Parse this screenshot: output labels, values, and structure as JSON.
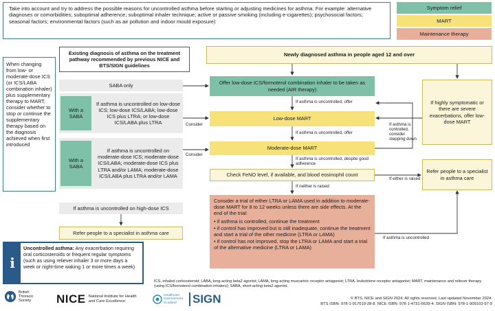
{
  "intro": {
    "text": "Take into account and try to address the possible reasons for uncontrolled asthma before starting or adjusting medicines for asthma. For example: alternative diagnoses or comorbidities; suboptimal adherence; suboptimal inhaler technique; active or passive smoking (including e-cigarettes); psychosocial factors; seasonal factors; environmental factors (such as air pollution and indoor mould exposure)"
  },
  "legend": {
    "items": [
      {
        "label": "Symptom relief",
        "color": "#7fc0a8"
      },
      {
        "label": "MART",
        "color": "#f7e27a"
      },
      {
        "label": "Maintenance therapy",
        "color": "#e8b09a"
      }
    ]
  },
  "side_note": {
    "text": "When changing from low- or moderate-dose ICS (or ICS/LABA combination inhaler) plus supplementary therapy to MART, consider whether to stop or continue the supplementary therapy based on the diagnosis achieved when first introduced"
  },
  "existing": {
    "title": "Existing diagnosis of asthma on the treatment pathway recommended by previous NICE and BTS/SIGN guidelines",
    "saba_only": "SABA only",
    "with_saba_1": "With a SABA",
    "uncontrolled_low": "If asthma is uncontrolled on low-dose ICS; low-dose ICS/LABA; low-dose ICS plus LTRA; or low-dose ICS/LABA plus LTRA",
    "with_saba_2": "With a SABA",
    "uncontrolled_mod": "If asthma is uncontrolled on moderate-dose ICS; moderate-dose ICS/LABA; moderate-dose ICS plus LTRA and/or LAMA; moderate-dose ICS/LABA plus LTRA and/or LAMA",
    "uncontrolled_high": "If asthma is uncontrolled on high-dose ICS",
    "refer": "Refer people to a specialist in asthma care"
  },
  "new": {
    "title": "Newly diagnosed asthma in people aged 12 and over",
    "air": "Offer low-dose ICS/formoterol combination inhaler to be taken as needed (AIR therapy)",
    "low_mart": "Low-dose MART",
    "mod_mart": "Moderate-dose MART",
    "feno": "Check FeNO level, if available, and blood eosinophil count",
    "trial_intro": "Consider a trial of either LTRA or LAMA used in addition to moderate-dose MART for 8 to 12 weeks unless there are side effects. At the end of the trial:",
    "trial_items": [
      "if asthma is controlled, continue the treatment",
      "if control has improved but is still inadequate, continue the treatment and start a trial of the other medicine (LTRA or LAMA)",
      "if control has not improved, stop the LTRA or LAMA and start a trial of the alternative medicine (LTRA or LAMA)"
    ],
    "highly_symptomatic": "If highly symptomatic or there are severe exacerbations, offer low-dose MART",
    "refer_specialist": "Refer people to a specialist in asthma care"
  },
  "labels": {
    "consider_1": "Consider",
    "consider_2": "Consider",
    "uncontrolled_offer_1": "If asthma is uncontrolled, offer",
    "uncontrolled_offer_2": "If asthma is uncontrolled, offer",
    "uncontrolled_despite": "If asthma is uncontrolled, despite good adherence",
    "controlled_stepping": "If asthma is controlled, consider stepping down",
    "either_raised": "If either is raised",
    "neither_raised": "If neither is raised",
    "uncontrolled_end": "If asthma is uncontrolled"
  },
  "info": {
    "icon_letter": "i",
    "heading": "Uncontrolled asthma:",
    "text": "Any exacerbation requiring oral corticosteroids or frequent regular symptoms (such as using reliever inhaler 3 or more days a week or night-time waking 1 or more times a week)"
  },
  "abbrev": {
    "text": "ICS, inhaled corticosteroid; LABA, long-acting beta2 agonist; LAMA, long-acting muscarinic receptor antagonist; LTRA, leukotriene receptor antagonist; MART, maintenance and reliever therapy (using ICS/formoterol combination inhalers); SABA, short-acting beta2 agonist."
  },
  "footer": {
    "bts_name": "British Thoracic Society",
    "nice_short": "NICE",
    "nice_full": "National Institute for Health and Care Excellence",
    "his_name": "Healthcare Improvement Scotland",
    "sign": "SIGN",
    "copyright": "© BTS, NICE and SIGN 2024. All rights reserved. Last updated November 2024.",
    "isbn": "BTS ISBN: 978-1-917619-28-8. NICE ISBN: 978-1-4731-6639-4. SIGN ISBN: 978-1-909103-97-9"
  }
}
